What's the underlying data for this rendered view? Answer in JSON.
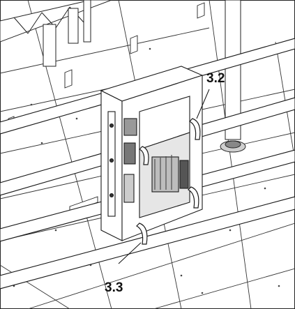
{
  "diagram": {
    "callouts": [
      {
        "id": "3.2",
        "label": "3.2"
      },
      {
        "id": "3.3",
        "label": "3.3"
      }
    ],
    "colors": {
      "line": "#1a1a1a",
      "fill": "#ffffff",
      "shade": "#cfcfcf",
      "dark": "#555555"
    }
  }
}
